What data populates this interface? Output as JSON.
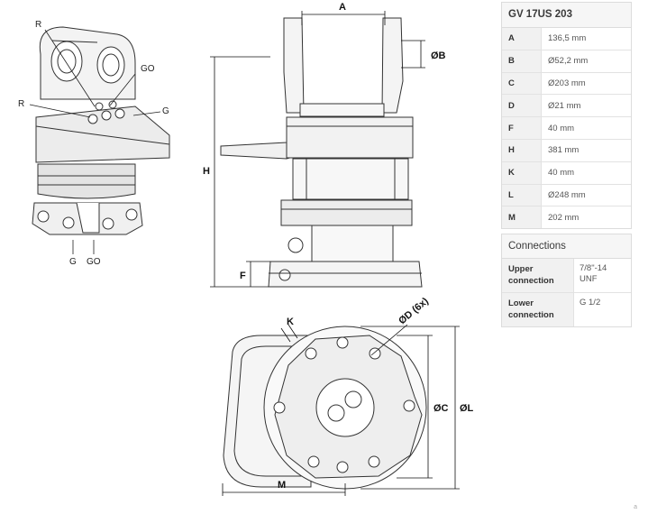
{
  "drawing": {
    "callouts": {
      "r_upper": "R",
      "r_lower": "R",
      "go_upper": "GO",
      "g_right": "G",
      "g_bottom": "G",
      "go_bottom": "GO"
    },
    "dimensions": {
      "a": "A",
      "b": "ØB",
      "h": "H",
      "f": "F",
      "k": "K",
      "d": "ØD (6x)",
      "c": "ØC",
      "l": "ØL",
      "m": "M"
    }
  },
  "spec_table": {
    "title": "GV 17US 203",
    "rows": [
      {
        "key": "A",
        "value": "136,5 mm"
      },
      {
        "key": "B",
        "value": "Ø52,2 mm"
      },
      {
        "key": "C",
        "value": "Ø203 mm"
      },
      {
        "key": "D",
        "value": "Ø21 mm"
      },
      {
        "key": "F",
        "value": "40 mm"
      },
      {
        "key": "H",
        "value": "381 mm"
      },
      {
        "key": "K",
        "value": "40 mm"
      },
      {
        "key": "L",
        "value": "Ø248 mm"
      },
      {
        "key": "M",
        "value": "202 mm"
      }
    ]
  },
  "connections_table": {
    "title": "Connections",
    "rows": [
      {
        "key": "Upper connection",
        "value": "7/8\"-14 UNF"
      },
      {
        "key": "Lower connection",
        "value": "G 1/2"
      }
    ]
  },
  "page_mark": "a"
}
